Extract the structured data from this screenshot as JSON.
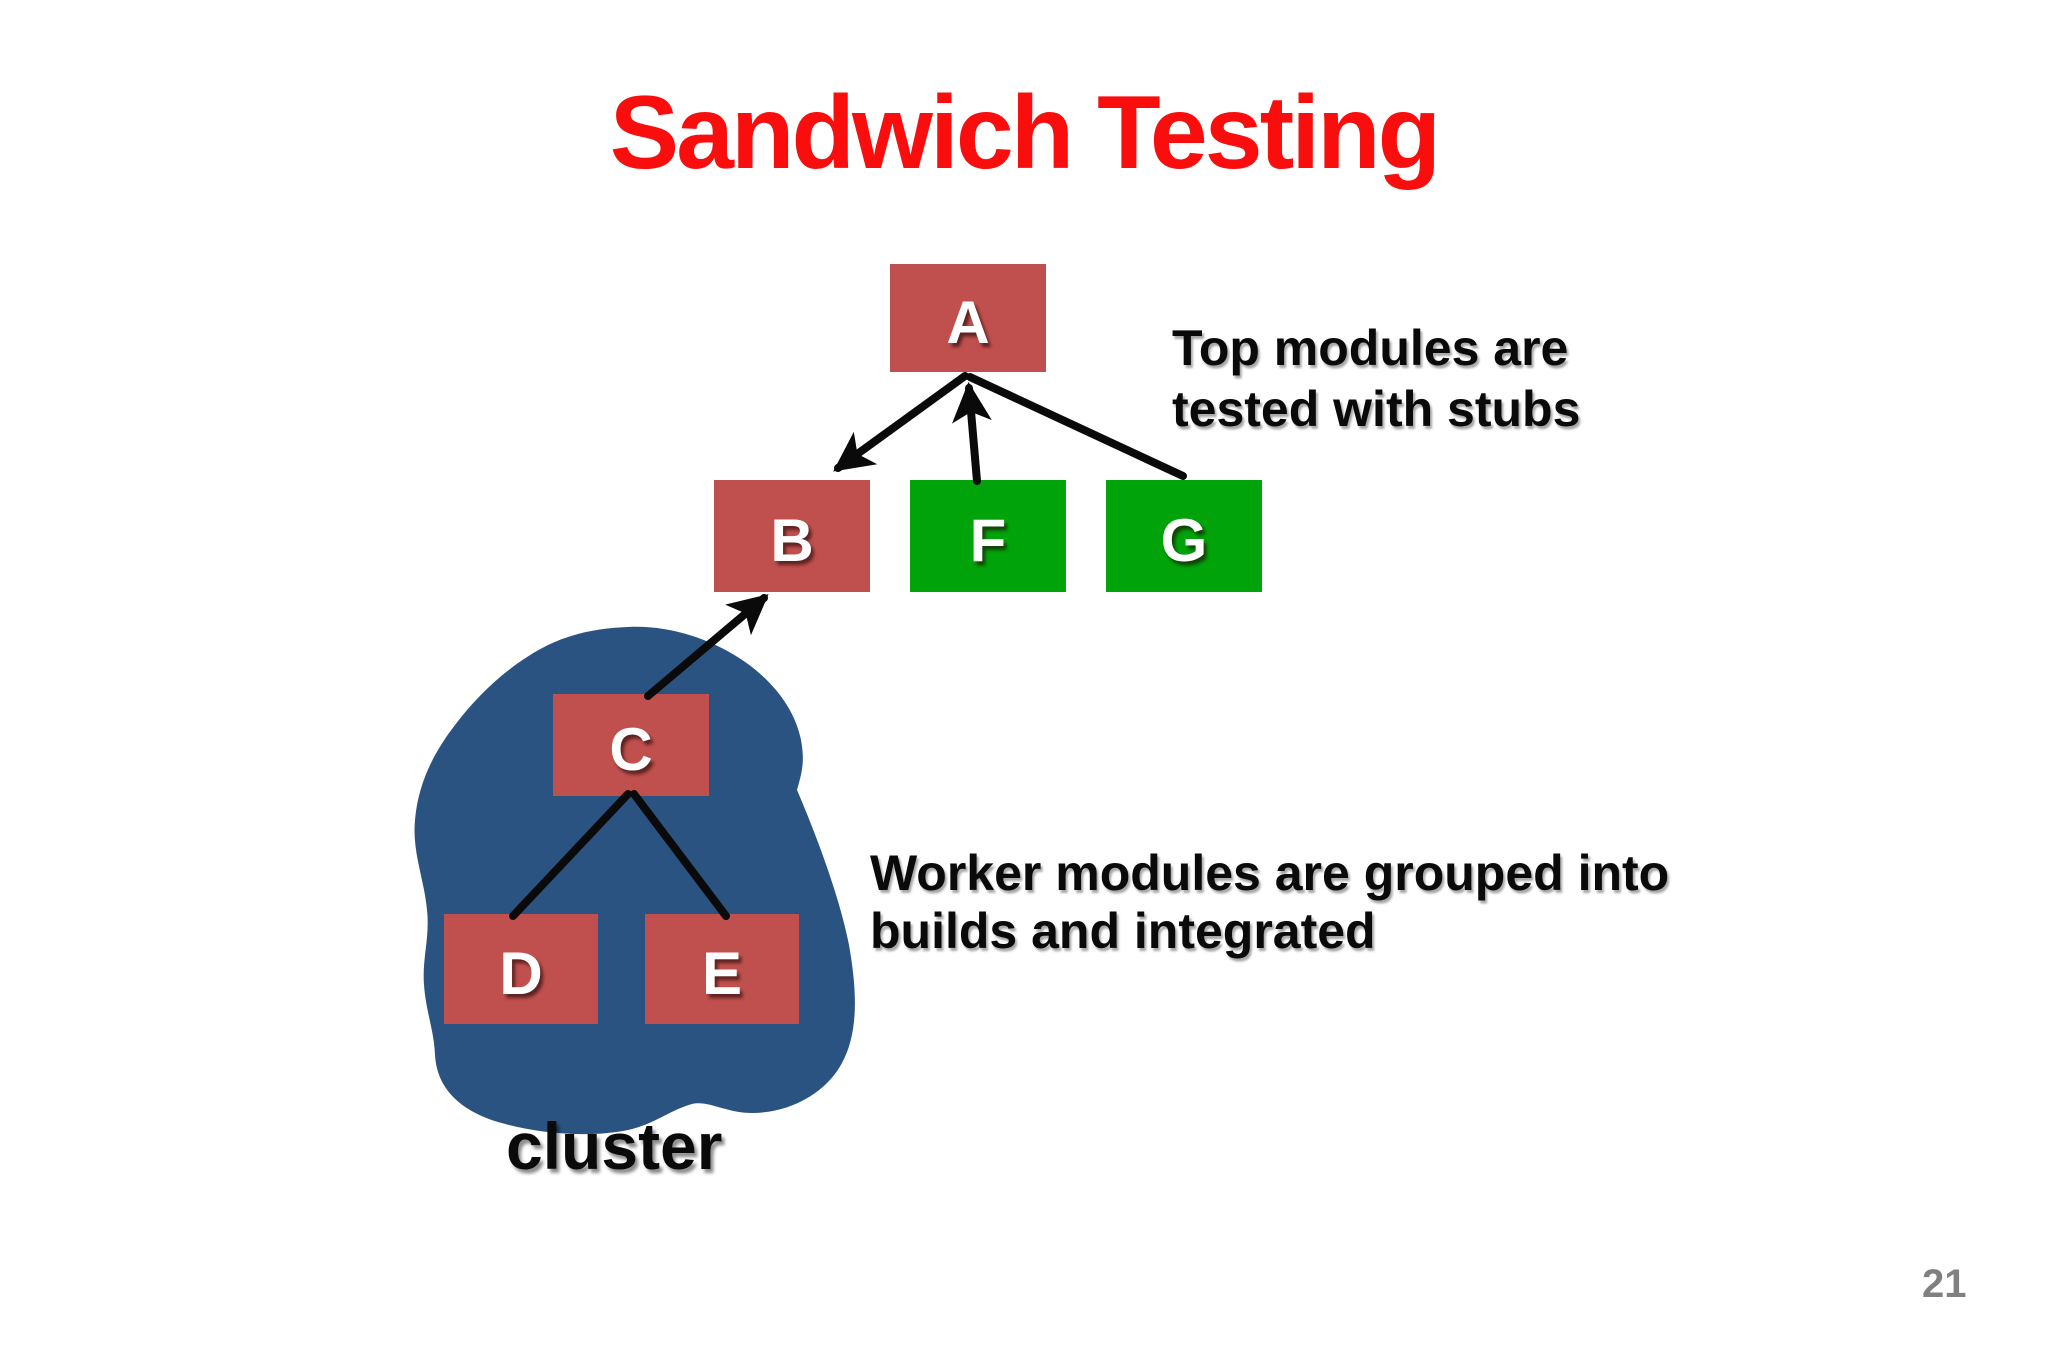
{
  "slide": {
    "title": "Sandwich Testing",
    "page_number": "21"
  },
  "diagram": {
    "nodes": [
      {
        "id": "A",
        "label": "A",
        "kind": "top-module"
      },
      {
        "id": "B",
        "label": "B",
        "kind": "top-module"
      },
      {
        "id": "F",
        "label": "F",
        "kind": "stub"
      },
      {
        "id": "G",
        "label": "G",
        "kind": "stub"
      },
      {
        "id": "C",
        "label": "C",
        "kind": "worker-module"
      },
      {
        "id": "D",
        "label": "D",
        "kind": "worker-module"
      },
      {
        "id": "E",
        "label": "E",
        "kind": "worker-module"
      }
    ],
    "cluster_label": "cluster"
  },
  "annotations": {
    "top_note_line1": "Top modules are",
    "top_note_line2": "tested with stubs",
    "worker_note_line1": "Worker modules are grouped into",
    "worker_note_line2": "builds and integrated"
  },
  "colors": {
    "title-red": "#F90D0D",
    "node-red": "#C0504D",
    "node-green": "#00A30A",
    "blob-blue": "#2B5381",
    "ink": "#0A0A0A",
    "page-gray": "#808080"
  }
}
